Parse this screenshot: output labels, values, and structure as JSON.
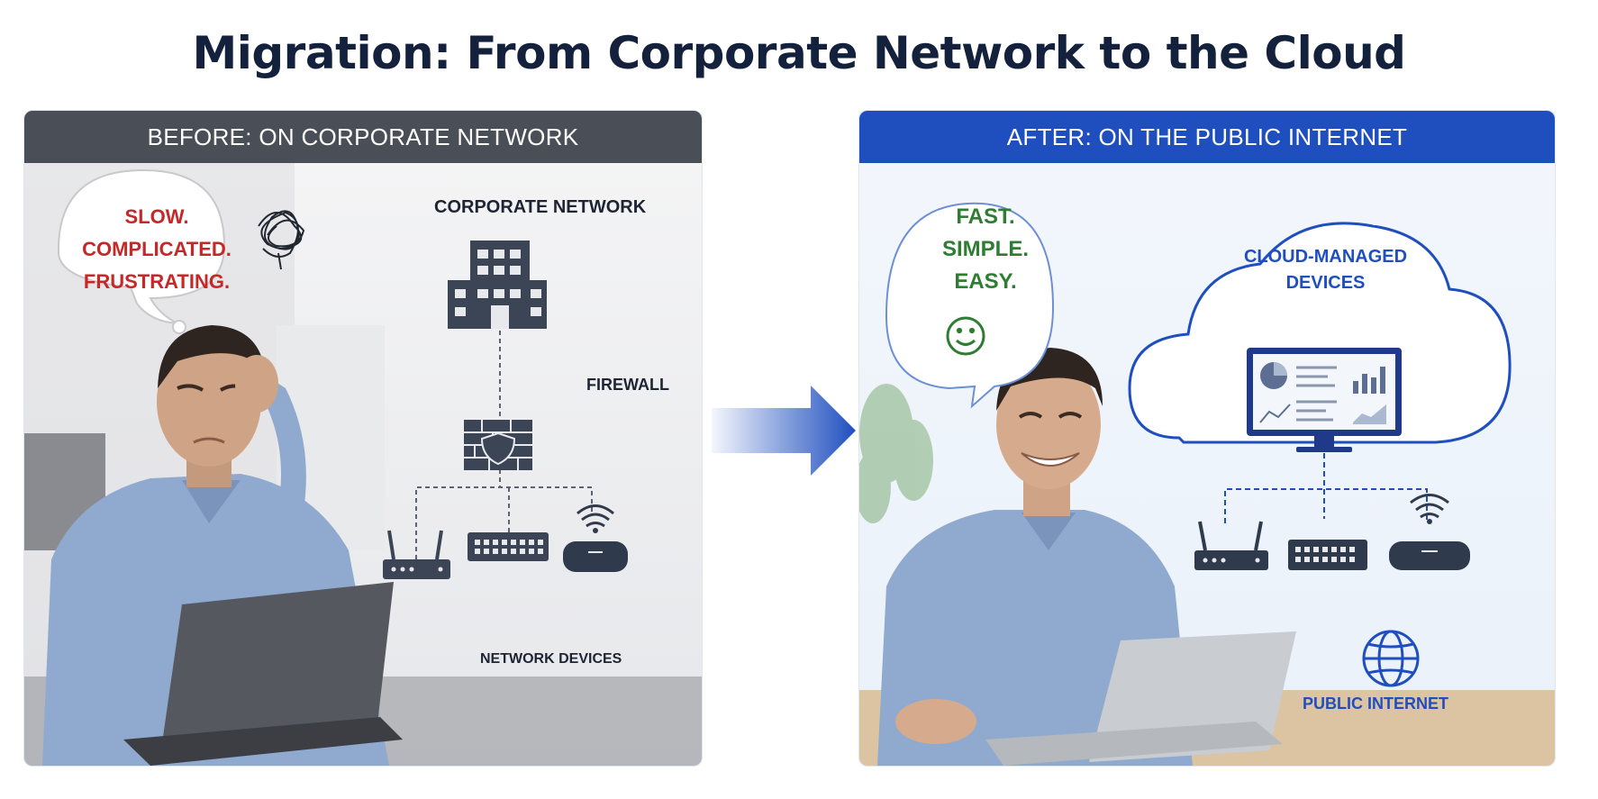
{
  "title": "Migration: From Corporate Network to the Cloud",
  "before": {
    "header": "BEFORE: ON CORPORATE NETWORK",
    "bubble": [
      "SLOW.",
      "COMPLICATED.",
      "FRUSTRATING."
    ],
    "corporate_network_label": "CORPORATE NETWORK",
    "firewall_label": "FIREWALL",
    "devices_label": "NETWORK DEVICES"
  },
  "after": {
    "header": "AFTER: ON THE PUBLIC INTERNET",
    "bubble": [
      "FAST.",
      "SIMPLE.",
      "EASY."
    ],
    "cloud_label": [
      "CLOUD-MANAGED",
      "DEVICES"
    ],
    "internet_label": "PUBLIC INTERNET"
  },
  "colors": {
    "before_header": "#4a4f57",
    "after_header": "#1f4fbf",
    "negative": "#c62828",
    "positive": "#2e7d32",
    "icon_dark": "#3b4556",
    "accent_blue": "#1f4fbf"
  }
}
